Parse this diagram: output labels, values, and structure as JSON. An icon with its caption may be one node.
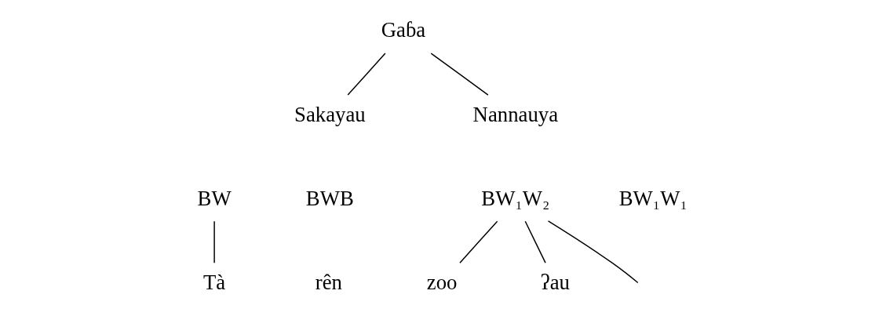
{
  "diagram": {
    "nodes": [
      {
        "text": [
          "Gaɓa"
        ]
      },
      {
        "text": [
          "Sakayau"
        ]
      },
      {
        "text": [
          "Nannauya"
        ]
      },
      {
        "text": [
          "BW"
        ]
      },
      {
        "text": [
          "BW₁W₂"
        ]
      },
      {
        "text": [
          "Tà"
        ]
      },
      {
        "text": [
          "zoo"
        ]
      },
      {
        "text": [
          "ʔau"
        ]
      }
    ],
    "edges": [
      {
        "from": 0,
        "to": 1,
        "arrow": "none"
      },
      {
        "from": 0,
        "to": 2,
        "arrow": "none"
      },
      {
        "from": 3,
        "to": 5,
        "arrow": "none"
      },
      {
        "from": 4,
        "to": 6,
        "arrow": "none"
      },
      {
        "from": 4,
        "to": 7,
        "arrow": "none"
      },
      {
        "from": 4,
        "to": null,
        "arrow": "none"
      }
    ],
    "labels": [
      "BW₁W₁",
      "BWB",
      "rên"
    ]
  }
}
